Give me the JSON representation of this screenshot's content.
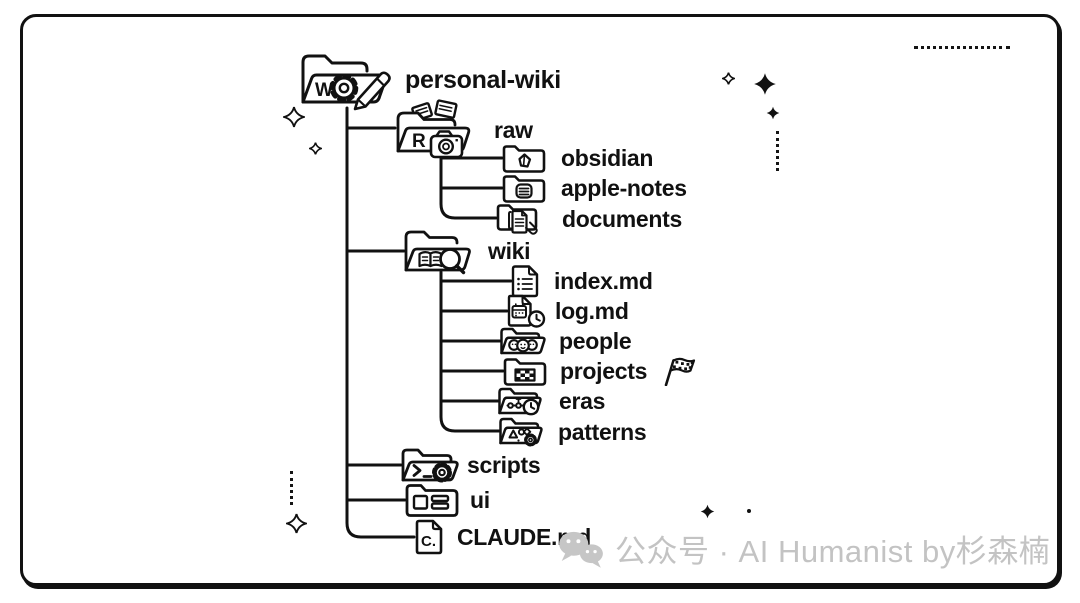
{
  "colors": {
    "ink": "#111111",
    "background": "#ffffff",
    "watermark_gray": "#c3c3c3"
  },
  "diagram_type": "file-tree",
  "tree": {
    "items": [
      {
        "name": "personal-wiki",
        "label": "personal-wiki",
        "level": 0,
        "icon": "wiki-folder-gear-pencil-icon"
      },
      {
        "name": "raw",
        "label": "raw",
        "level": 1,
        "icon": "raw-folder-photos-camera-icon"
      },
      {
        "name": "obsidian",
        "label": "obsidian",
        "level": 2,
        "icon": "obsidian-crystal-folder-icon"
      },
      {
        "name": "apple-notes",
        "label": "apple-notes",
        "level": 2,
        "icon": "notes-folder-icon"
      },
      {
        "name": "documents",
        "label": "documents",
        "level": 2,
        "icon": "document-paperclip-folder-icon"
      },
      {
        "name": "wiki",
        "label": "wiki",
        "level": 1,
        "icon": "book-magnifier-folder-icon"
      },
      {
        "name": "index-md",
        "label": "index.md",
        "level": 2,
        "icon": "list-file-icon"
      },
      {
        "name": "log-md",
        "label": "log.md",
        "level": 2,
        "icon": "calendar-clock-file-icon"
      },
      {
        "name": "people",
        "label": "people",
        "level": 2,
        "icon": "people-folder-icon"
      },
      {
        "name": "projects",
        "label": "projects",
        "level": 2,
        "icon": "checkerboard-folder-icon",
        "suffix_icon": "checkered-flag-icon"
      },
      {
        "name": "eras",
        "label": "eras",
        "level": 2,
        "icon": "timeline-clock-folder-icon"
      },
      {
        "name": "patterns",
        "label": "patterns",
        "level": 2,
        "icon": "shapes-gear-folder-icon"
      },
      {
        "name": "scripts",
        "label": "scripts",
        "level": 1,
        "icon": "terminal-gear-folder-icon"
      },
      {
        "name": "ui",
        "label": "ui",
        "level": 1,
        "icon": "layout-folder-icon"
      },
      {
        "name": "claude-md",
        "label": "CLAUDE.md",
        "level": 1,
        "icon": "claude-file-icon"
      }
    ]
  },
  "watermark": {
    "text": "公众号 · AI Humanist by杉森楠",
    "icon": "wechat-icon"
  }
}
